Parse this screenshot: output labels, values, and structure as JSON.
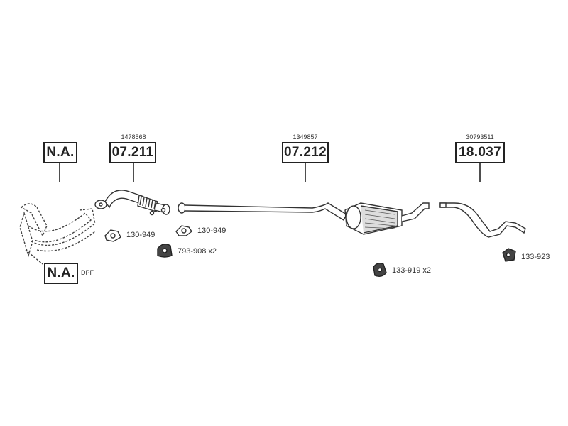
{
  "components": [
    {
      "id": "dpf-top",
      "code": "N.A."
    },
    {
      "id": "front-pipe",
      "code": "07.211",
      "ref": "1478568"
    },
    {
      "id": "mid-section",
      "code": "07.212",
      "ref": "1349857"
    },
    {
      "id": "tail-pipe",
      "code": "18.037",
      "ref": "30793511"
    },
    {
      "id": "dpf-bottom",
      "code": "N.A.",
      "note": "DPF"
    }
  ],
  "parts": [
    {
      "id": "gasket-1",
      "label": "130-949",
      "icon": "gasket-icon"
    },
    {
      "id": "gasket-2",
      "label": "130-949",
      "icon": "gasket-icon"
    },
    {
      "id": "hanger-1",
      "label": "793-908 x2",
      "icon": "rubber-hanger-icon"
    },
    {
      "id": "hanger-2",
      "label": "133-919 x2",
      "icon": "rubber-hanger-icon"
    },
    {
      "id": "hanger-3",
      "label": "133-923",
      "icon": "rubber-mount-icon"
    }
  ]
}
